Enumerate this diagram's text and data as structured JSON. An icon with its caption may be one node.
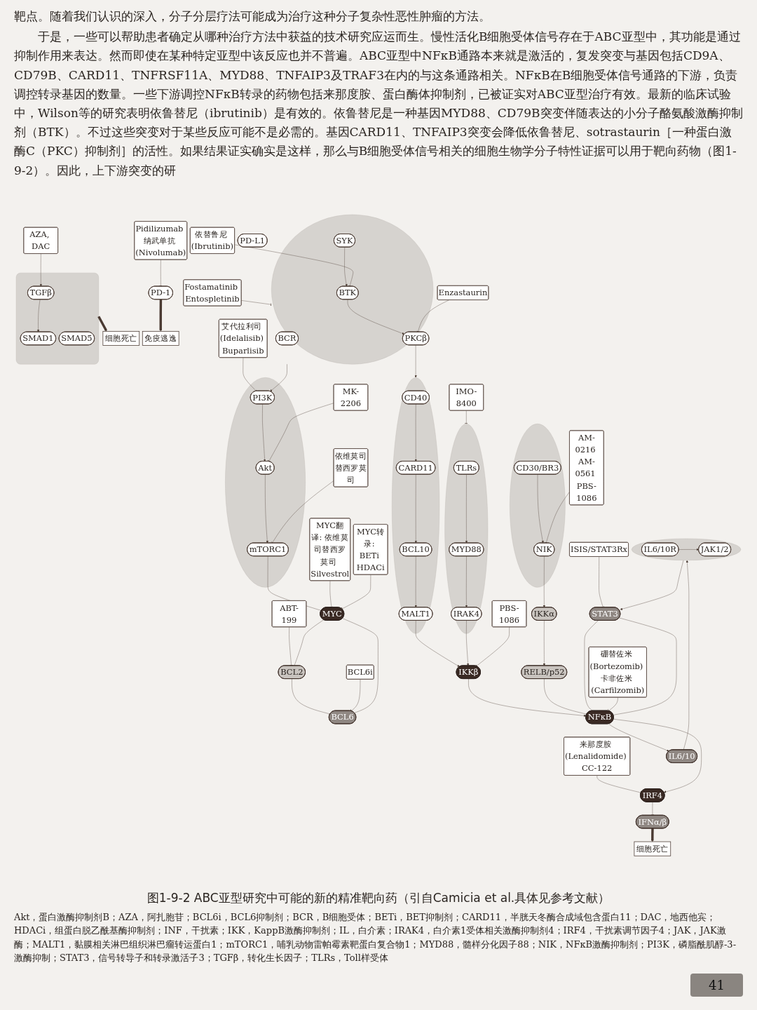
{
  "diagram": {
    "caption": "图1-9-2 ABC亚型研究中可能的新的精准靶向药（引自Camicia et al.具体见参考文献）",
    "nodes": [
      {
        "text": [],
        "shape": "ellipse"
      },
      {
        "text": [
          "BCR"
        ],
        "in": 0
      },
      {
        "text": [
          "SYK"
        ],
        "in": 0
      },
      {
        "text": [
          "BTK"
        ],
        "in": 0
      },
      {
        "text": [
          "PKCβ"
        ],
        "in": 0
      },
      {
        "text": [
          "依替鲁尼 (Ibrutinib)"
        ]
      },
      {
        "text": [
          "Fostamatinib Entospletinib"
        ]
      },
      {
        "text": [],
        "shape": "ellipse"
      },
      {
        "text": [
          "PI3K"
        ],
        "in": 7
      },
      {
        "text": [
          "Akt"
        ],
        "in": 7
      },
      {
        "text": [
          "mTORC1"
        ],
        "in": 7
      },
      {
        "text": [
          "艾代拉利司 (Idelalisib) Buparlisib"
        ]
      },
      {
        "text": [
          "MK-2206"
        ]
      },
      {
        "text": [
          "依维莫司替西罗莫司"
        ]
      },
      {
        "text": [
          "Enzastaurin"
        ]
      },
      {
        "text": [],
        "shape": "ellipse"
      },
      {
        "text": [
          "CD40"
        ],
        "in": 15
      },
      {
        "text": [
          "CARD11"
        ],
        "in": 15
      },
      {
        "text": [
          "BCL10"
        ],
        "in": 15
      },
      {
        "text": [
          "MALT1"
        ],
        "in": 15
      },
      {
        "text": [
          "IMO-8400"
        ]
      },
      {
        "text": [],
        "shape": "ellipse"
      },
      {
        "text": [
          "TLRs"
        ],
        "in": 21
      },
      {
        "text": [
          "MYD88"
        ],
        "in": 21
      },
      {
        "text": [
          "IRAK4"
        ],
        "in": 21
      },
      {
        "text": [],
        "shape": "ellipse"
      },
      {
        "text": [
          "CD30/BR3"
        ],
        "in": 25
      },
      {
        "text": [
          "NIK"
        ],
        "in": 25
      },
      {
        "text": [
          "AM-0216 AM-0561 PBS-1086"
        ]
      },
      {
        "text": [],
        "shape": "ellipse"
      },
      {
        "text": [
          "IL6/10R"
        ],
        "in": 29
      },
      {
        "text": [
          "JAK1/2"
        ],
        "in": 29
      },
      {
        "text": [
          "AZA, DAC"
        ]
      },
      {
        "text": [],
        "shape": "trapezoid"
      },
      {
        "text": [
          "TGFβ"
        ],
        "in": 33
      },
      {
        "text": [
          "SMAD1"
        ],
        "in": 33
      },
      {
        "text": [
          "SMAD5"
        ],
        "in": 33
      },
      {
        "text": [
          "细胞死亡"
        ]
      },
      {
        "text": [
          "免疫逃逸"
        ]
      },
      {
        "text": [
          "PD-1"
        ]
      },
      {
        "text": [
          "PD-L1"
        ]
      },
      {
        "text": [
          "Pidilizumab 纳武单抗 (Nivolumab)"
        ]
      },
      {
        "text": [
          "ABT-199"
        ]
      },
      {
        "text": [
          "PBS-1086"
        ]
      },
      {
        "text": [
          "来那度胺 (Lenalidomide) CC-122"
        ]
      },
      {
        "text": [
          "IKKβ"
        ]
      },
      {
        "text": [
          "IKKα"
        ]
      },
      {
        "text": [
          "IL6/10"
        ]
      },
      {
        "text": [
          "BCL2"
        ]
      },
      {
        "text": [
          "MYC"
        ]
      },
      {
        "text": [
          "BCL6"
        ]
      },
      {
        "text": [
          "IRF4"
        ]
      },
      {
        "text": [
          "RELB/p52"
        ]
      },
      {
        "text": [
          "MYC翻译: 依维莫司替西罗莫司 Silvestrol"
        ]
      },
      {
        "text": [
          "NFκB"
        ]
      },
      {
        "text": [
          "STAT3"
        ]
      },
      {
        "text": [
          "IFNα/β"
        ]
      },
      {
        "text": [
          "BCL6i"
        ]
      },
      {
        "text": [
          "MYC转录: BETi HDACi"
        ]
      },
      {
        "text": [
          "硼替佐米 (Bortezomib) 卡非佐米 (Carfilzomib)"
        ]
      },
      {
        "text": [
          "ISIS/STAT3Rx"
        ]
      },
      {
        "text": [
          "细胞死亡"
        ]
      }
    ],
    "edges": [
      {
        "from": 2,
        "to": 3,
        "arrow": "to"
      },
      {
        "from": 3,
        "to": 4,
        "arrow": "to"
      },
      {
        "from": 5,
        "to": 3,
        "arrow": "other"
      },
      {
        "from": 6,
        "to": 0,
        "arrow": "other"
      },
      {
        "from": 0,
        "to": 8,
        "arrow": "to"
      },
      {
        "from": 8,
        "to": 9,
        "arrow": "to"
      },
      {
        "from": 9,
        "to": 10,
        "arrow": "to"
      },
      {
        "from": 11,
        "to": 8,
        "arrow": "other"
      },
      {
        "from": 12,
        "to": 9,
        "arrow": "other"
      },
      {
        "from": 13,
        "to": 10,
        "arrow": "other"
      },
      {
        "from": 14,
        "to": 4,
        "arrow": "other"
      },
      {
        "from": 4,
        "to": 15,
        "arrow": "to"
      },
      {
        "from": 16,
        "to": 17,
        "arrow": "to"
      },
      {
        "from": 17,
        "to": 18,
        "arrow": "to"
      },
      {
        "from": 18,
        "to": 19,
        "arrow": "to"
      },
      {
        "from": 19,
        "to": 45,
        "arrow": "to"
      },
      {
        "from": 20,
        "to": 21,
        "arrow": "other"
      },
      {
        "from": 22,
        "to": 23,
        "arrow": "to"
      },
      {
        "from": 23,
        "to": 24,
        "arrow": "to"
      },
      {
        "from": 24,
        "to": 45,
        "arrow": "to"
      },
      {
        "from": 26,
        "to": 27,
        "arrow": "to"
      },
      {
        "from": 27,
        "to": 46,
        "arrow": "to"
      },
      {
        "from": 28,
        "to": 27,
        "arrow": "other"
      },
      {
        "from": 30,
        "to": 31,
        "arrow": "to"
      },
      {
        "from": 47,
        "to": 29,
        "arrow": "to"
      },
      {
        "from": 29,
        "to": 55,
        "arrow": "to"
      },
      {
        "from": 32,
        "to": 34,
        "arrow": "to"
      },
      {
        "from": 34,
        "to": 35,
        "arrow": "to"
      },
      {
        "from": 33,
        "to": 37,
        "arrow": "to",
        "style": "thick"
      },
      {
        "from": 39,
        "to": 38,
        "arrow": "to",
        "style": "thick"
      },
      {
        "from": 41,
        "to": 39,
        "arrow": "other"
      },
      {
        "from": 42,
        "to": 48,
        "arrow": "other"
      },
      {
        "from": 43,
        "to": 45,
        "arrow": "other"
      },
      {
        "from": 44,
        "to": 51,
        "arrow": "other"
      },
      {
        "from": 46,
        "to": 52,
        "arrow": "to"
      },
      {
        "from": 45,
        "to": 54,
        "arrow": "to"
      },
      {
        "from": 52,
        "to": 54,
        "arrow": "none"
      },
      {
        "from": 54,
        "to": 47,
        "arrow": "to"
      },
      {
        "from": 54,
        "to": 51,
        "arrow": "to"
      },
      {
        "from": 54,
        "to": 55,
        "arrow": "none"
      },
      {
        "from": 55,
        "to": 54,
        "arrow": "none"
      },
      {
        "from": 51,
        "to": 56,
        "arrow": "other"
      },
      {
        "from": 56,
        "to": 61,
        "arrow": "to",
        "style": "thick"
      },
      {
        "from": 59,
        "to": 54,
        "arrow": "other"
      },
      {
        "from": 60,
        "to": 55,
        "arrow": "other"
      },
      {
        "from": 49,
        "to": 48,
        "arrow": "none"
      },
      {
        "from": 48,
        "to": 50,
        "arrow": "none"
      },
      {
        "from": 50,
        "to": 49,
        "arrow": "none"
      },
      {
        "from": 57,
        "to": 50,
        "arrow": "other"
      },
      {
        "from": 10,
        "to": 49,
        "arrow": "none"
      },
      {
        "from": 53,
        "to": 49,
        "arrow": "other"
      },
      {
        "from": 58,
        "to": 49,
        "arrow": "other"
      }
    ],
    "labels": [
      "靶点。随着我们认识的深入，分子分层疗法可能成为治疗这种分子复杂性恶性肿瘤的方法。",
      "于是，一些可以帮助患者确定从哪种治疗方法中获益的技术研究应运而生。慢性活化B细胞受体信号存在于ABC亚型中，其功能是通过抑制作用来表达。然而即使在某种特定亚型中该反应也并不普遍。ABC亚型中NFκB通路本来就是激活的，复发突变与基因包括CD9A、CD79B、CARD11、TNFRSF11A、MYD88、TNFAIP3及TRAF3在内的与这条通路相关。NFκB在B细胞受体信号通路的下游，负责调控转录基因的数量。一些下游调控NFκB转录的药物包括来那度胺、蛋白酶体抑制剂，已被证实对ABC亚型治疗有效。最新的临床试验中，Wilson等的研究表明依鲁替尼（ibrutinib）是有效的。依鲁替尼是一种基因MYD88、CD79B突变伴随表达的小分子酪氨酸激酶抑制剂（BTK）。不过这些突变对于某些反应可能不是必需的。基因CARD11、TNFAIP3突变会降低依鲁替尼、sotrastaurin［一种蛋白激酶C（PKC）抑制剂］的活性。如果结果证实确实是这样，那么与B细胞受体信号相关的细胞生物学分子特性证据可以用于靶向药物（图1-9-2）。因此，上下游突变的研",
      "Akt，蛋白激酶抑制剂B；AZA，阿扎胞苷；BCL6i，BCL6抑制剂；BCR，B细胞受体；BETi，BET抑制剂；CARD11，半胱天冬酶合成域包含蛋白11；DAC，地西他宾；HDACi，组蛋白脱乙酰基酶抑制剂；INF，干扰素；IKK，KappB激酶抑制剂；IL，白介素；IRAK4，白介素1受体相关激酶抑制剂4；IRF4，干扰素调节因子4；JAK，JAK激酶；MALT1，黏膜相关淋巴组织淋巴瘤转运蛋白1；mTORC1，哺乳动物雷帕霉素靶蛋白复合物1；MYD88，髓样分化因子88；NIK，NFκB激酶抑制剂；PI3K，磷脂酰肌醇-3-激酶抑制；STAT3，信号转导子和转录激活子3；TGFβ，转化生长因子；TLRs，Toll样受体",
      "41"
    ]
  }
}
